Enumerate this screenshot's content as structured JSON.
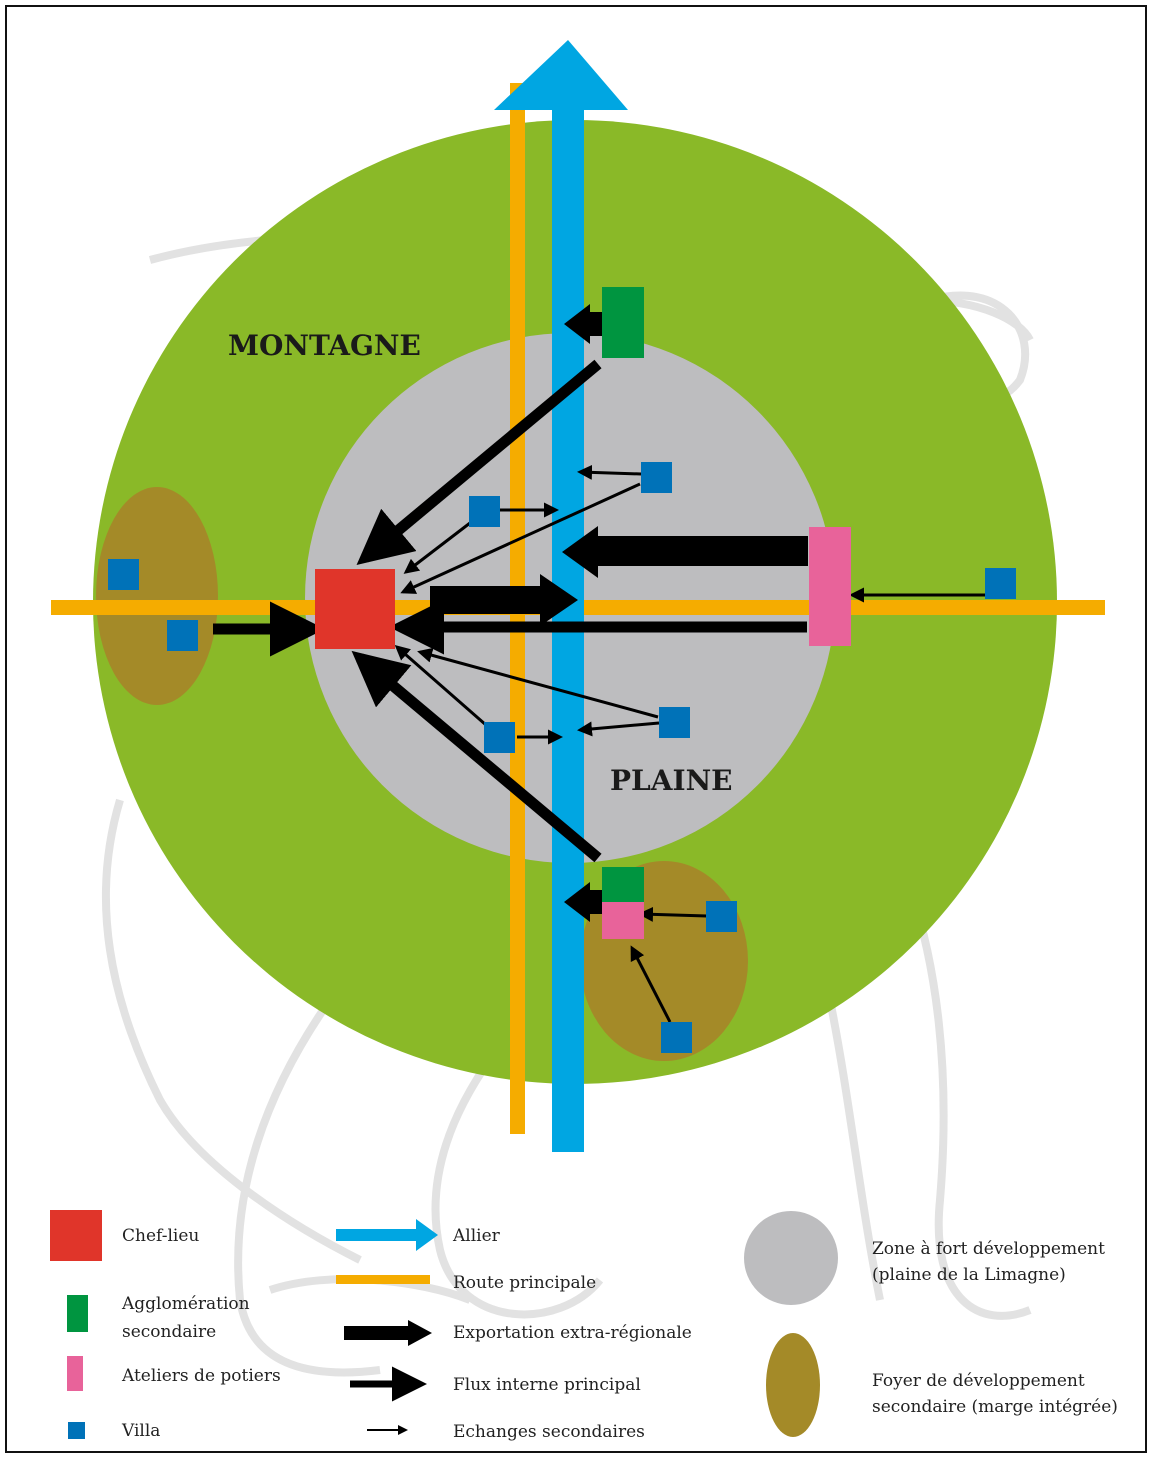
{
  "zones": {
    "outer_label": "MONTAGNE",
    "inner_label": "PLAINE"
  },
  "colors": {
    "montagne": "#8ab928",
    "plaine": "#bdbdbf",
    "foyer": "#a48a28",
    "allier": "#00a6e2",
    "route": "#f5ac00",
    "chef_lieu": "#e0352a",
    "agglomeration": "#009540",
    "ateliers": "#e8639a",
    "villa": "#0072b8",
    "flux": "#000000"
  },
  "legend": {
    "chef_lieu": "Chef-lieu",
    "agglomeration_line1": "Agglomération",
    "agglomeration_line2": "secondaire",
    "ateliers": "Ateliers de potiers",
    "villa": "Villa",
    "allier": "Allier",
    "route": "Route principale",
    "export": "Exportation extra-régionale",
    "flux_interne": "Flux interne principal",
    "echanges": "Echanges secondaires",
    "zone_fort_line1": "Zone à fort développement",
    "zone_fort_line2": "(plaine de la Limagne)",
    "foyer_line1": "Foyer de développement",
    "foyer_line2": "secondaire (marge intégrée)"
  }
}
